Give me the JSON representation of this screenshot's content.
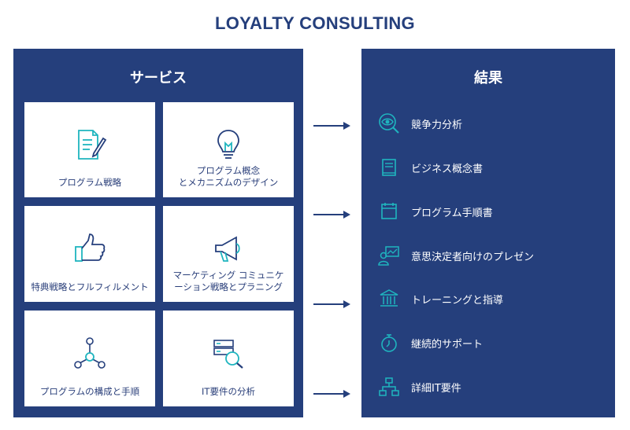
{
  "title": "LOYALTY CONSULTING",
  "colors": {
    "navy": "#253f7c",
    "teal": "#1fb5bf",
    "white": "#ffffff"
  },
  "services": {
    "heading": "サービス",
    "cards": [
      {
        "label": "プログラム戦略",
        "icon": "document-pen-icon"
      },
      {
        "label": "プログラム概念\nとメカニズムのデザイン",
        "icon": "lightbulb-icon"
      },
      {
        "label": "特典戦略とフルフィルメント",
        "icon": "thumbs-up-icon"
      },
      {
        "label": "マーケティング コミュニケ\nーション戦略とプラニング",
        "icon": "megaphone-icon"
      },
      {
        "label": "プログラムの構成と手順",
        "icon": "network-nodes-icon"
      },
      {
        "label": "IT要件の分析",
        "icon": "server-magnifier-icon"
      }
    ]
  },
  "results": {
    "heading": "結果",
    "items": [
      {
        "label": "競争力分析",
        "icon": "eye-magnifier-icon"
      },
      {
        "label": "ビジネス概念書",
        "icon": "book-icon"
      },
      {
        "label": "プログラム手順書",
        "icon": "calendar-icon"
      },
      {
        "label": "意思決定者向けのプレゼン",
        "icon": "presentation-icon"
      },
      {
        "label": "トレーニングと指導",
        "icon": "institution-icon"
      },
      {
        "label": "継続的サポート",
        "icon": "stopwatch-icon"
      },
      {
        "label": "詳細IT要件",
        "icon": "sitemap-icon"
      }
    ]
  }
}
